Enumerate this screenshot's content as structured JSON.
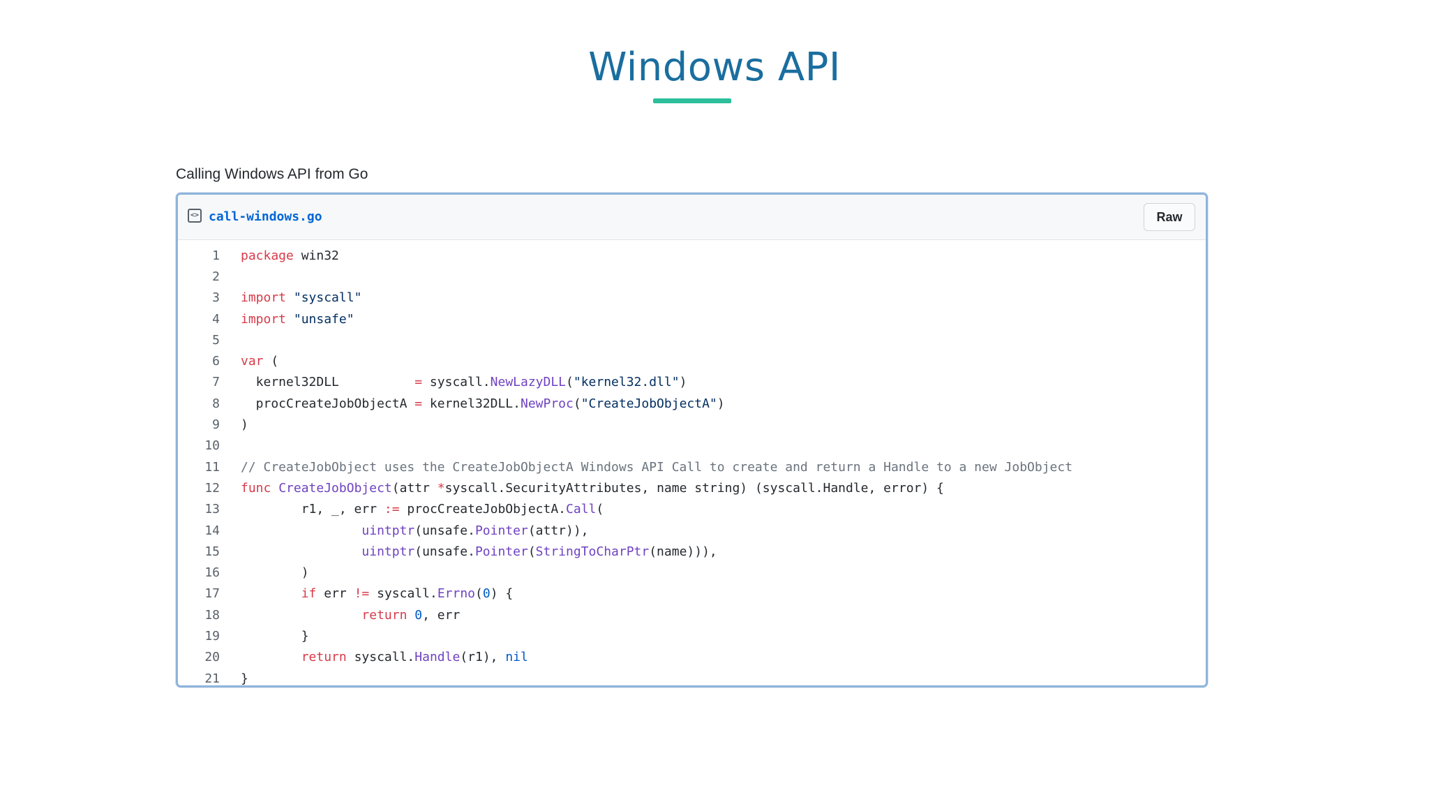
{
  "slide": {
    "title": "Windows API",
    "underline_color": "#2dbf9b"
  },
  "gist": {
    "caption": "Calling Windows API from Go",
    "filename": "call-windows.go",
    "raw_label": "Raw",
    "file_icon": "code-file-icon",
    "colors": {
      "keyword": "#d73a49",
      "function": "#6f42c1",
      "string": "#032f62",
      "constant": "#005cc5",
      "comment": "#6a737d",
      "plain": "#24292e"
    },
    "lines": [
      {
        "num": "1",
        "tokens": [
          {
            "t": "package",
            "c": "keyword"
          },
          {
            "t": " win32",
            "c": "plain"
          }
        ]
      },
      {
        "num": "2",
        "tokens": []
      },
      {
        "num": "3",
        "tokens": [
          {
            "t": "import",
            "c": "keyword"
          },
          {
            "t": " ",
            "c": "plain"
          },
          {
            "t": "\"syscall\"",
            "c": "string"
          }
        ]
      },
      {
        "num": "4",
        "tokens": [
          {
            "t": "import",
            "c": "keyword"
          },
          {
            "t": " ",
            "c": "plain"
          },
          {
            "t": "\"unsafe\"",
            "c": "string"
          }
        ]
      },
      {
        "num": "5",
        "tokens": []
      },
      {
        "num": "6",
        "tokens": [
          {
            "t": "var",
            "c": "keyword"
          },
          {
            "t": " (",
            "c": "plain"
          }
        ]
      },
      {
        "num": "7",
        "tokens": [
          {
            "t": "  kernel32DLL          ",
            "c": "plain"
          },
          {
            "t": "=",
            "c": "keyword"
          },
          {
            "t": " syscall.",
            "c": "plain"
          },
          {
            "t": "NewLazyDLL",
            "c": "function"
          },
          {
            "t": "(",
            "c": "plain"
          },
          {
            "t": "\"kernel32.dll\"",
            "c": "string"
          },
          {
            "t": ")",
            "c": "plain"
          }
        ]
      },
      {
        "num": "8",
        "tokens": [
          {
            "t": "  procCreateJobObjectA ",
            "c": "plain"
          },
          {
            "t": "=",
            "c": "keyword"
          },
          {
            "t": " kernel32DLL.",
            "c": "plain"
          },
          {
            "t": "NewProc",
            "c": "function"
          },
          {
            "t": "(",
            "c": "plain"
          },
          {
            "t": "\"CreateJobObjectA\"",
            "c": "string"
          },
          {
            "t": ")",
            "c": "plain"
          }
        ]
      },
      {
        "num": "9",
        "tokens": [
          {
            "t": ")",
            "c": "plain"
          }
        ]
      },
      {
        "num": "10",
        "tokens": []
      },
      {
        "num": "11",
        "tokens": [
          {
            "t": "// CreateJobObject uses the CreateJobObjectA Windows API Call to create and return a Handle to a new JobObject",
            "c": "comment"
          }
        ]
      },
      {
        "num": "12",
        "tokens": [
          {
            "t": "func",
            "c": "keyword"
          },
          {
            "t": " ",
            "c": "plain"
          },
          {
            "t": "CreateJobObject",
            "c": "function"
          },
          {
            "t": "(attr ",
            "c": "plain"
          },
          {
            "t": "*",
            "c": "keyword"
          },
          {
            "t": "syscall.SecurityAttributes, name string) (syscall.Handle, error) {",
            "c": "plain"
          }
        ]
      },
      {
        "num": "13",
        "tokens": [
          {
            "t": "        r1, _, err ",
            "c": "plain"
          },
          {
            "t": ":=",
            "c": "keyword"
          },
          {
            "t": " procCreateJobObjectA.",
            "c": "plain"
          },
          {
            "t": "Call",
            "c": "function"
          },
          {
            "t": "(",
            "c": "plain"
          }
        ]
      },
      {
        "num": "14",
        "tokens": [
          {
            "t": "                ",
            "c": "plain"
          },
          {
            "t": "uintptr",
            "c": "function"
          },
          {
            "t": "(unsafe.",
            "c": "plain"
          },
          {
            "t": "Pointer",
            "c": "function"
          },
          {
            "t": "(attr)),",
            "c": "plain"
          }
        ]
      },
      {
        "num": "15",
        "tokens": [
          {
            "t": "                ",
            "c": "plain"
          },
          {
            "t": "uintptr",
            "c": "function"
          },
          {
            "t": "(unsafe.",
            "c": "plain"
          },
          {
            "t": "Pointer",
            "c": "function"
          },
          {
            "t": "(",
            "c": "plain"
          },
          {
            "t": "StringToCharPtr",
            "c": "function"
          },
          {
            "t": "(name))),",
            "c": "plain"
          }
        ]
      },
      {
        "num": "16",
        "tokens": [
          {
            "t": "        )",
            "c": "plain"
          }
        ]
      },
      {
        "num": "17",
        "tokens": [
          {
            "t": "        ",
            "c": "plain"
          },
          {
            "t": "if",
            "c": "keyword"
          },
          {
            "t": " err ",
            "c": "plain"
          },
          {
            "t": "!=",
            "c": "keyword"
          },
          {
            "t": " syscall.",
            "c": "plain"
          },
          {
            "t": "Errno",
            "c": "function"
          },
          {
            "t": "(",
            "c": "plain"
          },
          {
            "t": "0",
            "c": "const"
          },
          {
            "t": ") {",
            "c": "plain"
          }
        ]
      },
      {
        "num": "18",
        "tokens": [
          {
            "t": "                ",
            "c": "plain"
          },
          {
            "t": "return",
            "c": "keyword"
          },
          {
            "t": " ",
            "c": "plain"
          },
          {
            "t": "0",
            "c": "const"
          },
          {
            "t": ", err",
            "c": "plain"
          }
        ]
      },
      {
        "num": "19",
        "tokens": [
          {
            "t": "        }",
            "c": "plain"
          }
        ]
      },
      {
        "num": "20",
        "tokens": [
          {
            "t": "        ",
            "c": "plain"
          },
          {
            "t": "return",
            "c": "keyword"
          },
          {
            "t": " syscall.",
            "c": "plain"
          },
          {
            "t": "Handle",
            "c": "function"
          },
          {
            "t": "(r1), ",
            "c": "plain"
          },
          {
            "t": "nil",
            "c": "const"
          }
        ]
      },
      {
        "num": "21",
        "tokens": [
          {
            "t": "}",
            "c": "plain"
          }
        ]
      }
    ]
  }
}
